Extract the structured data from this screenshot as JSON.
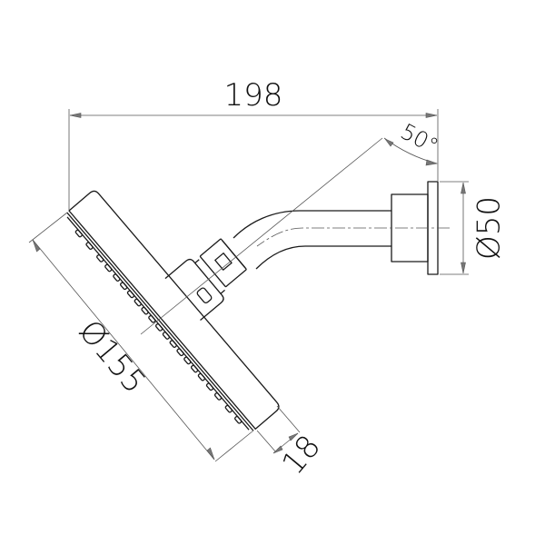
{
  "drawing": {
    "subject": "Shower head with arm, side elevation",
    "line_color": "#1a1a1a",
    "dimension_line_color": "#555555",
    "background": "#ffffff"
  },
  "dimensions": {
    "overall_projection": {
      "label": "198",
      "unit": "mm"
    },
    "arm_angle": {
      "label": "50°",
      "unit": "deg"
    },
    "wall_flange_diameter": {
      "label": "Ø50",
      "unit": "mm"
    },
    "head_diameter": {
      "label": "Ø155",
      "unit": "mm"
    },
    "head_thickness": {
      "label": "18",
      "unit": "mm"
    }
  }
}
